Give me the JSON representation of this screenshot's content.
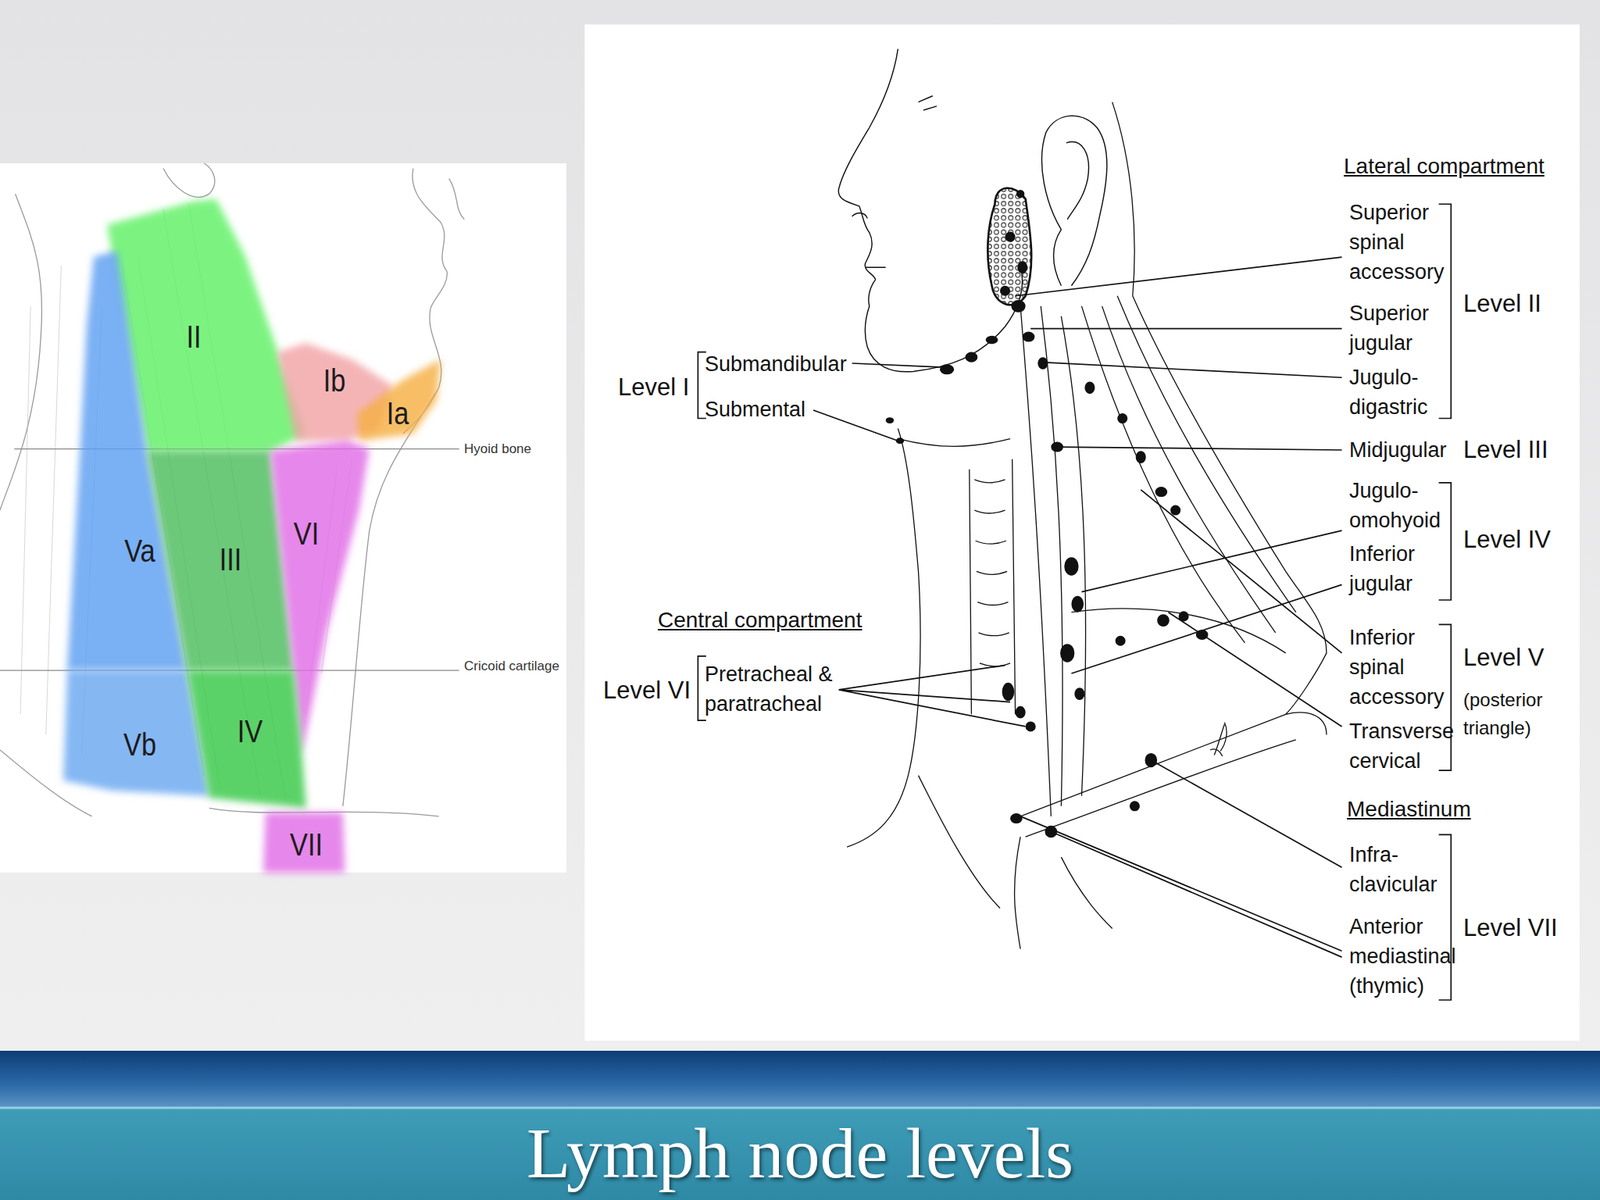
{
  "diagram": {
    "title": "Lymph node levels",
    "nodes": [
      {
        "text": [
          "II"
        ]
      },
      {
        "text": [
          "Ib"
        ]
      },
      {
        "text": [
          "Ia"
        ]
      },
      {
        "text": [
          "Va"
        ]
      },
      {
        "text": [
          "III"
        ]
      },
      {
        "text": [
          "VI"
        ]
      },
      {
        "text": [
          "Vb"
        ]
      },
      {
        "text": [
          "IV"
        ]
      },
      {
        "text": [
          "VII"
        ]
      }
    ],
    "labels": [
      "Hyoid bone",
      "Cricoid cartilage",
      "Lateral compartment",
      "Superior spinal accessory",
      "Superior jugular",
      "Jugulo- digastric",
      "Level II",
      "Level I",
      "Submandibular",
      "Submental",
      "Midjugular",
      "Level III",
      "Jugulo- omohyoid",
      "Inferior jugular",
      "Level IV",
      "Central compartment",
      "Level VI",
      "Pretracheal & paratracheal",
      "Inferior spinal accessory",
      "Transverse cervical",
      "Level V",
      "(posterior triangle)",
      "Mediastinum",
      "Infra- clavicular",
      "Anterior mediastinal (thymic)",
      "Level VII"
    ]
  }
}
